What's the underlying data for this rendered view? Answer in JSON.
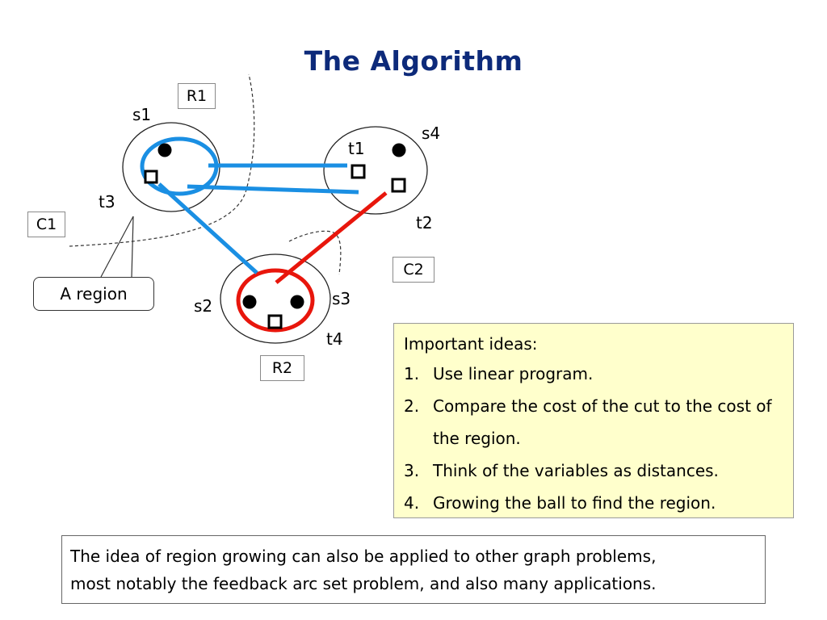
{
  "slide": {
    "title": "The Algorithm"
  },
  "diagram": {
    "node_labels": {
      "s1": "s1",
      "s2": "s2",
      "s3": "s3",
      "s4": "s4",
      "t1": "t1",
      "t2": "t2",
      "t3": "t3",
      "t4": "t4"
    },
    "boxed_labels": {
      "r1": "R1",
      "r2": "R2",
      "c1": "C1",
      "c2": "C2"
    },
    "callout": "A region",
    "colors": {
      "cut_edges": "#1a8fe3",
      "region_edges": "#e8160c",
      "title": "#0d2a7a",
      "ideas_background": "#ffffcc"
    }
  },
  "ideas": {
    "heading": "Important ideas:",
    "items": [
      {
        "num": "1.",
        "text": "Use linear program."
      },
      {
        "num": "2.",
        "text": "Compare the cost of the cut to the cost of the region."
      },
      {
        "num": "3.",
        "text": "Think of the variables as distances."
      },
      {
        "num": "4.",
        "text": "Growing the ball to find the region."
      }
    ]
  },
  "note": {
    "line1": "The idea of region growing can also be applied to other graph problems,",
    "line2": "most notably the feedback arc set problem, and also many applications."
  }
}
